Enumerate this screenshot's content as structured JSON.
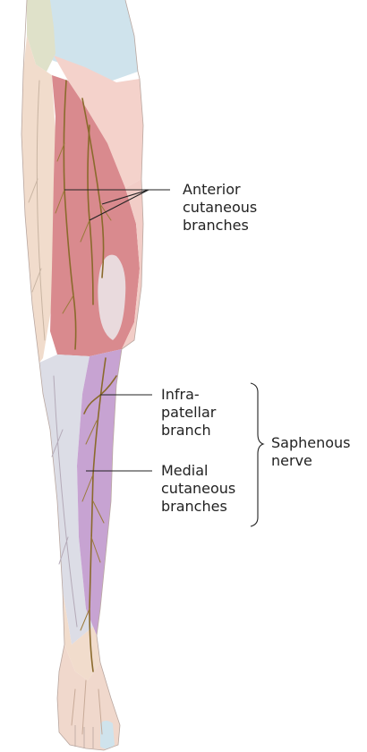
{
  "labels": {
    "anterior": [
      "Anterior",
      "cutaneous",
      "branches"
    ],
    "infrapatellar": [
      "Infra-",
      "patellar",
      "branch"
    ],
    "medial": [
      "Medial",
      "cutaneous",
      "branches"
    ],
    "saphenous": [
      "Saphenous",
      "nerve"
    ]
  },
  "colors": {
    "lateral_zone": "#f1dccc",
    "anterior_zone": "#d98a8e",
    "medial_upper_zone": "#f3c9c4",
    "saphenous_zone": "#c7a3d2",
    "leg_lateral_zone": "#dcdde6",
    "top_blue_zone": "#cfe3ec",
    "top_green_zone": "#dfe1c9",
    "nerve": "#8a6a2c"
  }
}
